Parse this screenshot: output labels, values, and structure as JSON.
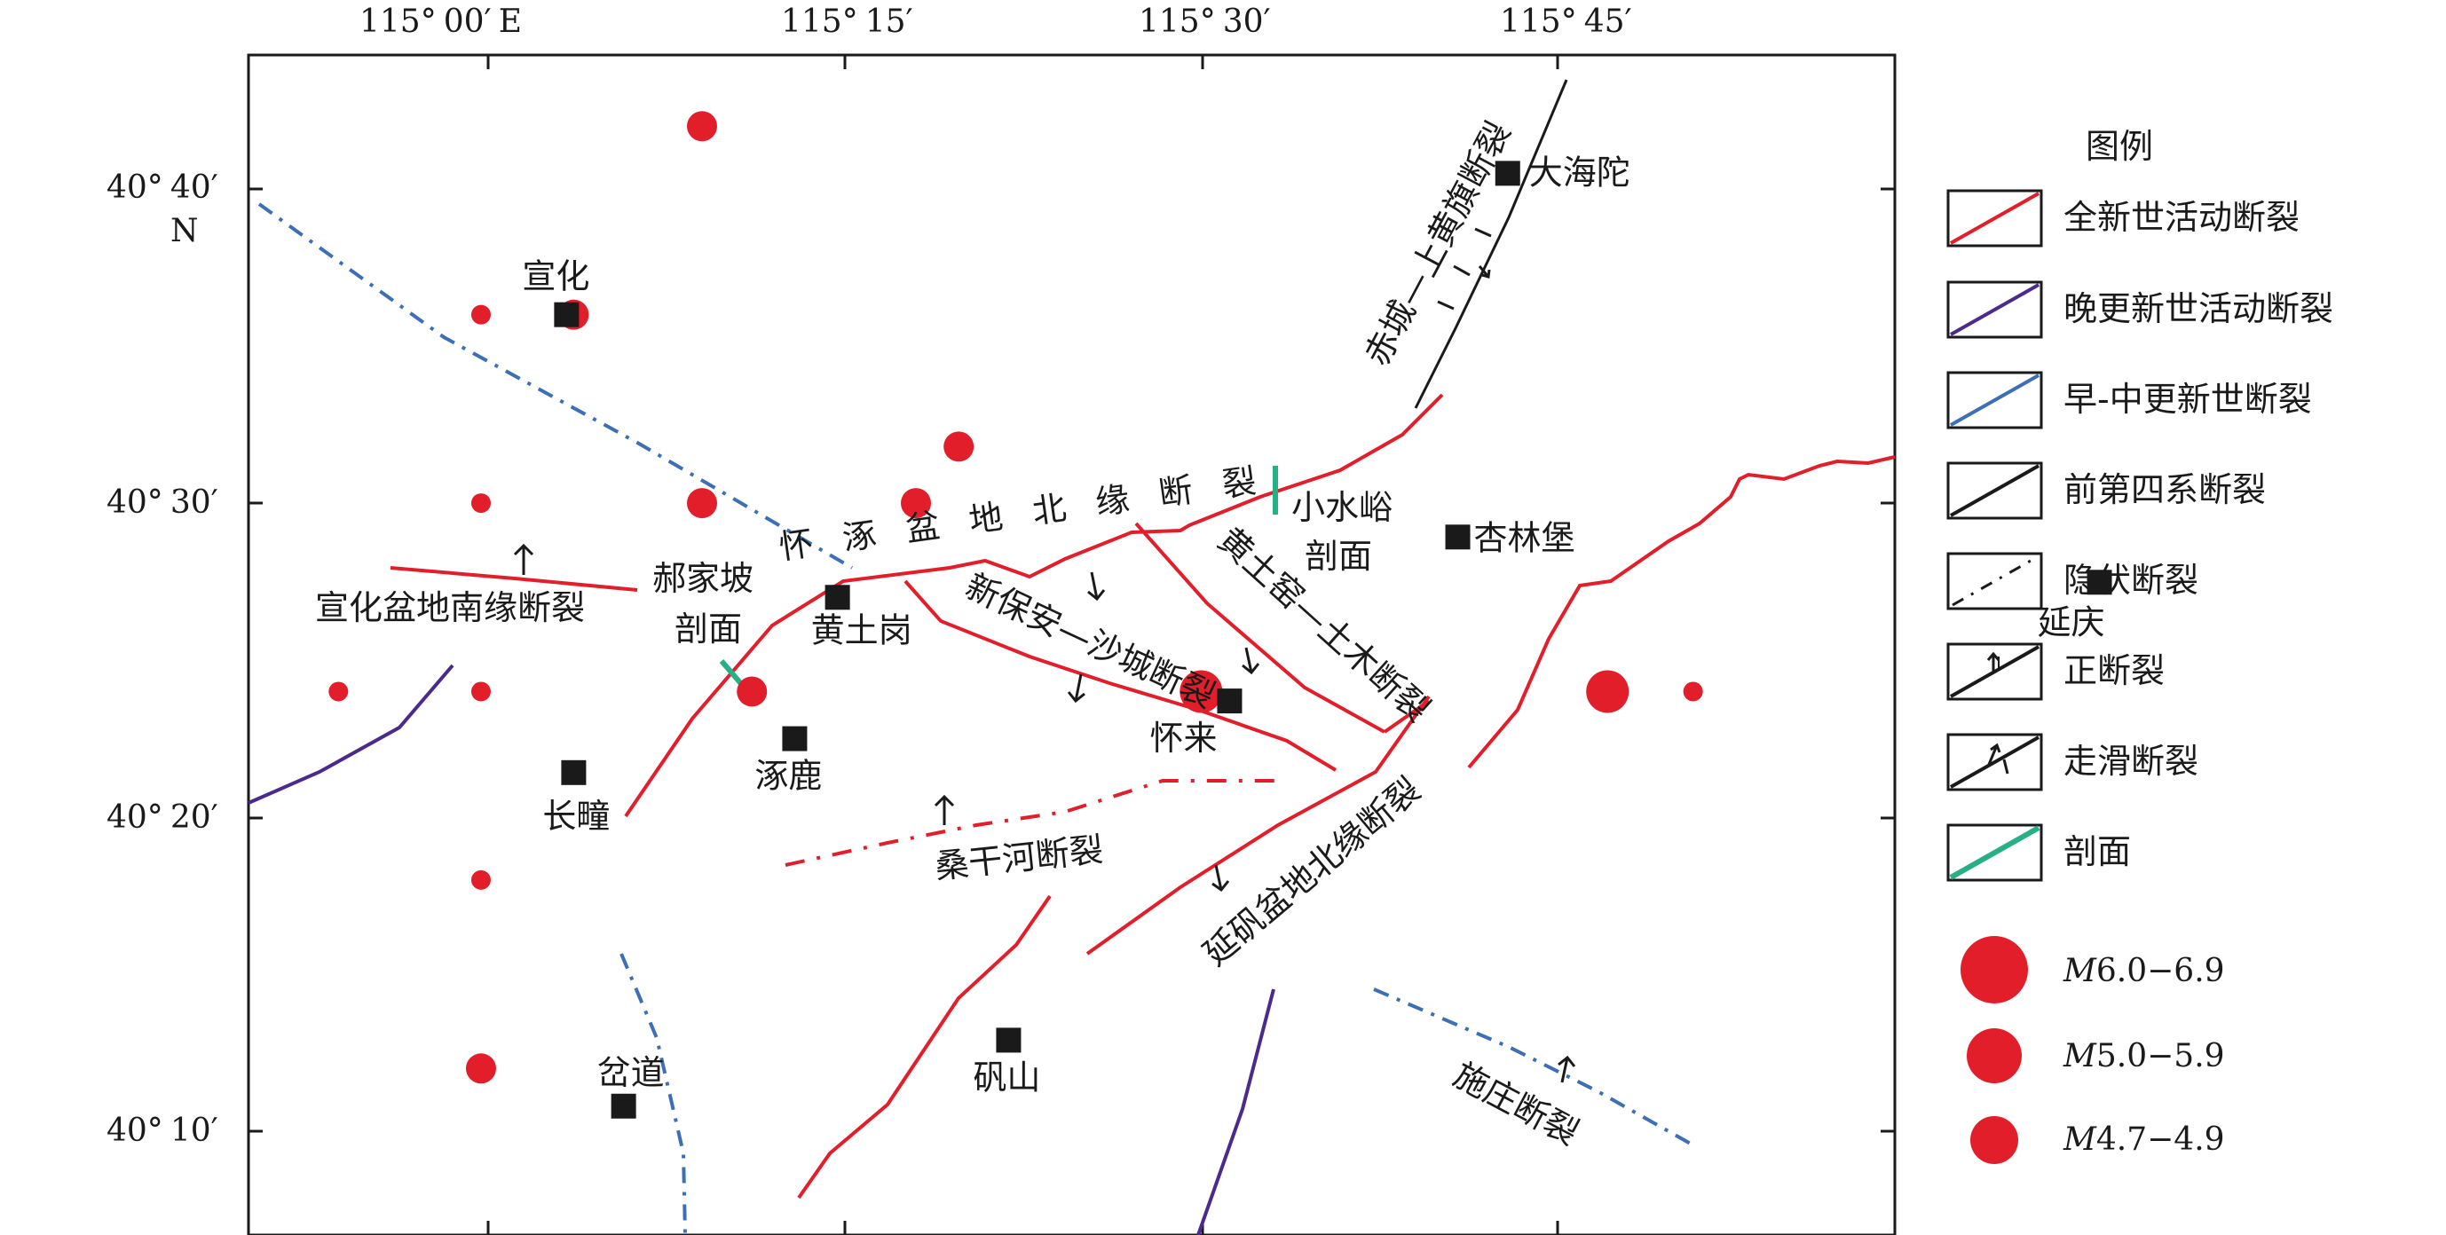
{
  "map": {
    "lon_ticks": [
      {
        "deg": "115°",
        "min": "00′",
        "suffix": "E"
      },
      {
        "deg": "115°",
        "min": "15′",
        "suffix": ""
      },
      {
        "deg": "115°",
        "min": "30′",
        "suffix": ""
      },
      {
        "deg": "115°",
        "min": "45′",
        "suffix": ""
      }
    ],
    "lat_ticks": [
      {
        "deg": "40°",
        "min": "40′",
        "suffix": "N"
      },
      {
        "deg": "40°",
        "min": "30′",
        "suffix": ""
      },
      {
        "deg": "40°",
        "min": "20′",
        "suffix": ""
      },
      {
        "deg": "40°",
        "min": "10′",
        "suffix": ""
      }
    ],
    "towns": [
      {
        "name": "宣化",
        "lon": 115.055,
        "lat": 40.6
      },
      {
        "name": "大海陀",
        "lon": 115.715,
        "lat": 40.675
      },
      {
        "name": "杏林堡",
        "lon": 115.68,
        "lat": 40.482
      },
      {
        "name": "延庆",
        "lon": 116.13,
        "lat": 40.458
      },
      {
        "name": "黄土岗",
        "lon": 115.245,
        "lat": 40.45
      },
      {
        "name": "涿鹿",
        "lon": 115.215,
        "lat": 40.375
      },
      {
        "name": "长疃",
        "lon": 115.06,
        "lat": 40.357
      },
      {
        "name": "怀来",
        "lon": 115.52,
        "lat": 40.395
      },
      {
        "name": "岔道",
        "lon": 115.095,
        "lat": 40.18
      },
      {
        "name": "矾山",
        "lon": 115.365,
        "lat": 40.215
      }
    ],
    "fault_labels": {
      "xuanhua": "宣化盆地南缘断裂",
      "huaizhuo": "怀涿盆地北缘断裂",
      "xinbaoan": "新保安—沙城断裂",
      "huangtuyao": "黄土窑—土木断裂",
      "chicheng": "赤城—上黄旗断裂",
      "sanggan": "桑干河断裂",
      "yanfan": "延矾盆地北缘断裂",
      "shizhuang": "施庄断裂"
    },
    "profiles": {
      "haojiapo": [
        "郝家坡",
        "剖面"
      ],
      "xiaoshuiyu": [
        "小水峪",
        "剖面"
      ]
    },
    "earthquakes": [
      {
        "lon": 115.15,
        "lat": 40.7,
        "class": "M5.0-5.9"
      },
      {
        "lon": 114.995,
        "lat": 40.6,
        "class": "M4.7-4.9"
      },
      {
        "lon": 115.06,
        "lat": 40.6,
        "class": "M5.0-5.9"
      },
      {
        "lon": 114.995,
        "lat": 40.5,
        "class": "M4.7-4.9"
      },
      {
        "lon": 115.15,
        "lat": 40.5,
        "class": "M5.0-5.9"
      },
      {
        "lon": 115.3,
        "lat": 40.5,
        "class": "M5.0-5.9"
      },
      {
        "lon": 115.33,
        "lat": 40.53,
        "class": "M5.0-5.9"
      },
      {
        "lon": 114.895,
        "lat": 40.4,
        "class": "M4.7-4.9"
      },
      {
        "lon": 114.995,
        "lat": 40.4,
        "class": "M4.7-4.9"
      },
      {
        "lon": 115.185,
        "lat": 40.4,
        "class": "M5.0-5.9"
      },
      {
        "lon": 115.5,
        "lat": 40.4,
        "class": "M6.0-6.9"
      },
      {
        "lon": 115.785,
        "lat": 40.4,
        "class": "M6.0-6.9"
      },
      {
        "lon": 115.845,
        "lat": 40.4,
        "class": "M4.7-4.9"
      },
      {
        "lon": 114.995,
        "lat": 40.3,
        "class": "M4.7-4.9"
      },
      {
        "lon": 114.995,
        "lat": 40.2,
        "class": "M5.0-5.9"
      }
    ]
  },
  "legend": {
    "title": "图例",
    "items": [
      {
        "label": "全新世活动断裂",
        "symbol": "holocene",
        "color": "#e31e2b"
      },
      {
        "label": "晚更新世活动断裂",
        "symbol": "late_pleistocene",
        "color": "#4b2a8c"
      },
      {
        "label": "早-中更新世断裂",
        "symbol": "early_pleistocene",
        "color": "#3d6fb6"
      },
      {
        "label": "前第四系断裂",
        "symbol": "pre_quaternary",
        "color": "#1a1a1a"
      },
      {
        "label": "隐伏断裂",
        "symbol": "concealed",
        "color": "#1a1a1a"
      },
      {
        "label": "正断裂",
        "symbol": "normal",
        "color": "#1a1a1a"
      },
      {
        "label": "走滑断裂",
        "symbol": "strike_slip",
        "color": "#1a1a1a"
      },
      {
        "label": "剖面",
        "symbol": "profile",
        "color": "#27b085"
      }
    ],
    "magnitudes": [
      {
        "prefix": "M",
        "range": "6.0−6.9"
      },
      {
        "prefix": "M",
        "range": "5.0−5.9"
      },
      {
        "prefix": "M",
        "range": "4.7−4.9"
      }
    ]
  },
  "colors": {
    "holocene": "#e31e2b",
    "late_pleistocene": "#4b2a8c",
    "early_pleistocene": "#3d6fb6",
    "profile": "#27b085",
    "quake": "#e31e2b",
    "town": "#1a1a1a"
  }
}
